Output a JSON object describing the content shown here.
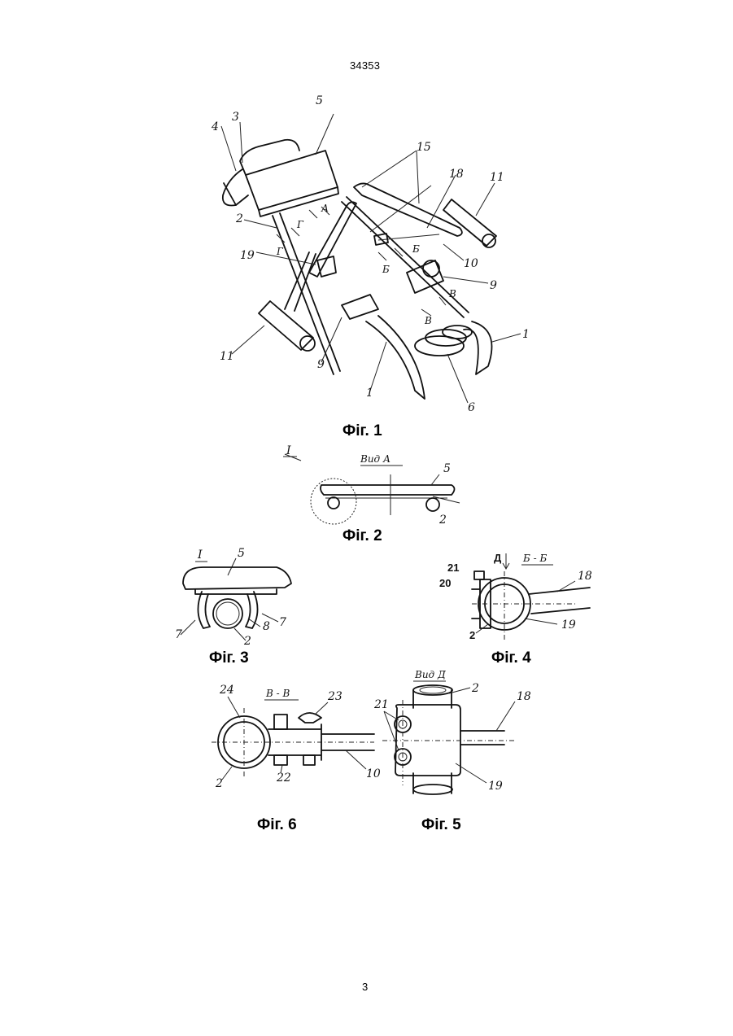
{
  "header": {
    "patent_number": "34353"
  },
  "footer": {
    "page_number": "3"
  },
  "figures": {
    "fig1": {
      "caption": "Фіг. 1",
      "labels": [
        "1",
        "1",
        "2",
        "3",
        "4",
        "5",
        "6",
        "9",
        "9",
        "10",
        "11",
        "11",
        "15",
        "18",
        "19"
      ],
      "section_marks": [
        "А",
        "Б",
        "Б",
        "В",
        "В",
        "Г",
        "Г"
      ]
    },
    "fig2": {
      "caption": "Фіг. 2",
      "title": "Вид А",
      "detail_mark": "I",
      "labels": [
        "5",
        "2"
      ]
    },
    "fig3": {
      "caption": "Фіг. 3",
      "title": "I",
      "labels": [
        "5",
        "7",
        "7",
        "8",
        "2"
      ]
    },
    "fig4": {
      "caption": "Фіг. 4",
      "title": "Б - Б",
      "view_mark": "Д",
      "labels": [
        "21",
        "20",
        "18",
        "19",
        "2"
      ]
    },
    "fig5": {
      "caption": "Фіг. 5",
      "title": "Вид Д",
      "labels": [
        "2",
        "18",
        "21",
        "19"
      ]
    },
    "fig6": {
      "caption": "Фіг. 6",
      "title": "В - В",
      "labels": [
        "24",
        "23",
        "2",
        "22",
        "10"
      ]
    }
  }
}
